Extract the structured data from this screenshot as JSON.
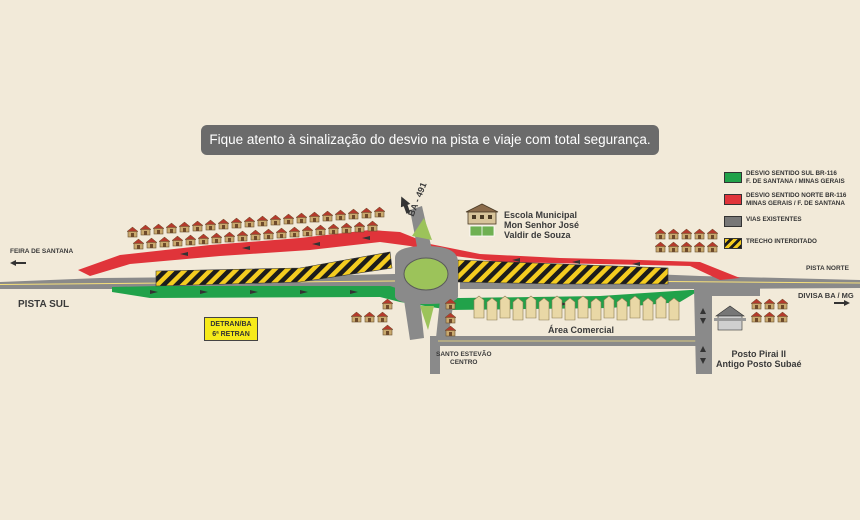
{
  "banner": "Fique atento à sinalização do desvio na pista e viaje com total segurança.",
  "legend": {
    "green_line1": "DESVIO SENTIDO SUL BR-116",
    "green_line2": "F. DE SANTANA / MINAS GERAIS",
    "red_line1": "DESVIO SENTIDO NORTE BR-116",
    "red_line2": "MINAS GERAIS / F. DE SANTANA",
    "gray": "VIAS EXISTENTES",
    "hatch": "TRECHO INTERDITADO"
  },
  "labels": {
    "feira": "FEIRA DE SANTANA",
    "pista_sul": "PISTA SUL",
    "pista_norte": "PISTA NORTE",
    "divisa": "DIVISA BA / MG",
    "ba491": "BA - 491",
    "escola1": "Escola Municipal",
    "escola2": "Mon Senhor José",
    "escola3": "Valdir de Souza",
    "area_comercial": "Área Comercial",
    "santo1": "SANTO ESTEVÃO",
    "santo2": "CENTRO",
    "posto1": "Posto Pirai II",
    "posto2": "Antigo Posto Subaé",
    "detran1": "DETRAN/BA",
    "detran2": "6ª RETRAN"
  },
  "colors": {
    "green": "#21a24a",
    "red": "#e0343a",
    "gray": "#777777",
    "hatch_yellow": "#f4cc20",
    "hatch_black": "#1c1c1c",
    "background": "#f2ead9"
  }
}
